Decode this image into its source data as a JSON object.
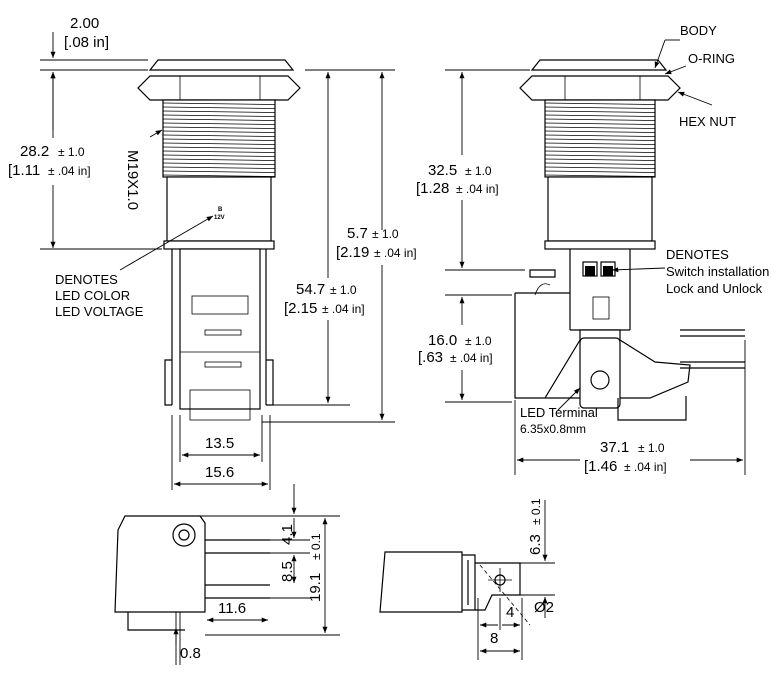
{
  "front": {
    "top_thickness": "2.00",
    "top_thickness_in": "[.08 in]",
    "thread_len": "28.2",
    "thread_len_in": "[1.11",
    "thread_label": "M19X1.0",
    "led_code": "B",
    "led_volt": "12V",
    "denotes_1": "DENOTES",
    "denotes_2": "LED COLOR",
    "denotes_3": "LED VOLTAGE",
    "h_total": "5.7",
    "h_total_in": "[2.19",
    "h_body": "54.7",
    "h_body_in": "[2.15",
    "w_inner": "13.5",
    "w_outer": "15.6"
  },
  "side": {
    "body_label": "BODY",
    "oring_label": "O-RING",
    "hexnut_label": "HEX NUT",
    "h_upper": "32.5",
    "h_upper_in": "[1.28",
    "h_lower": "16.0",
    "h_lower_in": "[.63",
    "denotes_a": "DENOTES",
    "denotes_b": "Switch installation",
    "denotes_c": "Lock and Unlock",
    "led_terminal": "LED Terminal",
    "led_terminal_size": "6.35x0.8mm",
    "width": "37.1",
    "width_in": "[1.46"
  },
  "common": {
    "tol": "± 1.0",
    "tol_in": "± .04 in]",
    "tol_01": "± 0.1"
  },
  "bottom_left": {
    "d_41": "4.1",
    "d_85": "8.5",
    "d_191": "19.1",
    "d_116": "11.6",
    "d_08": "0.8"
  },
  "bottom_right": {
    "d_63": "6.3",
    "d_4": "4",
    "d_phi2": "Ø2",
    "d_8": "8"
  }
}
